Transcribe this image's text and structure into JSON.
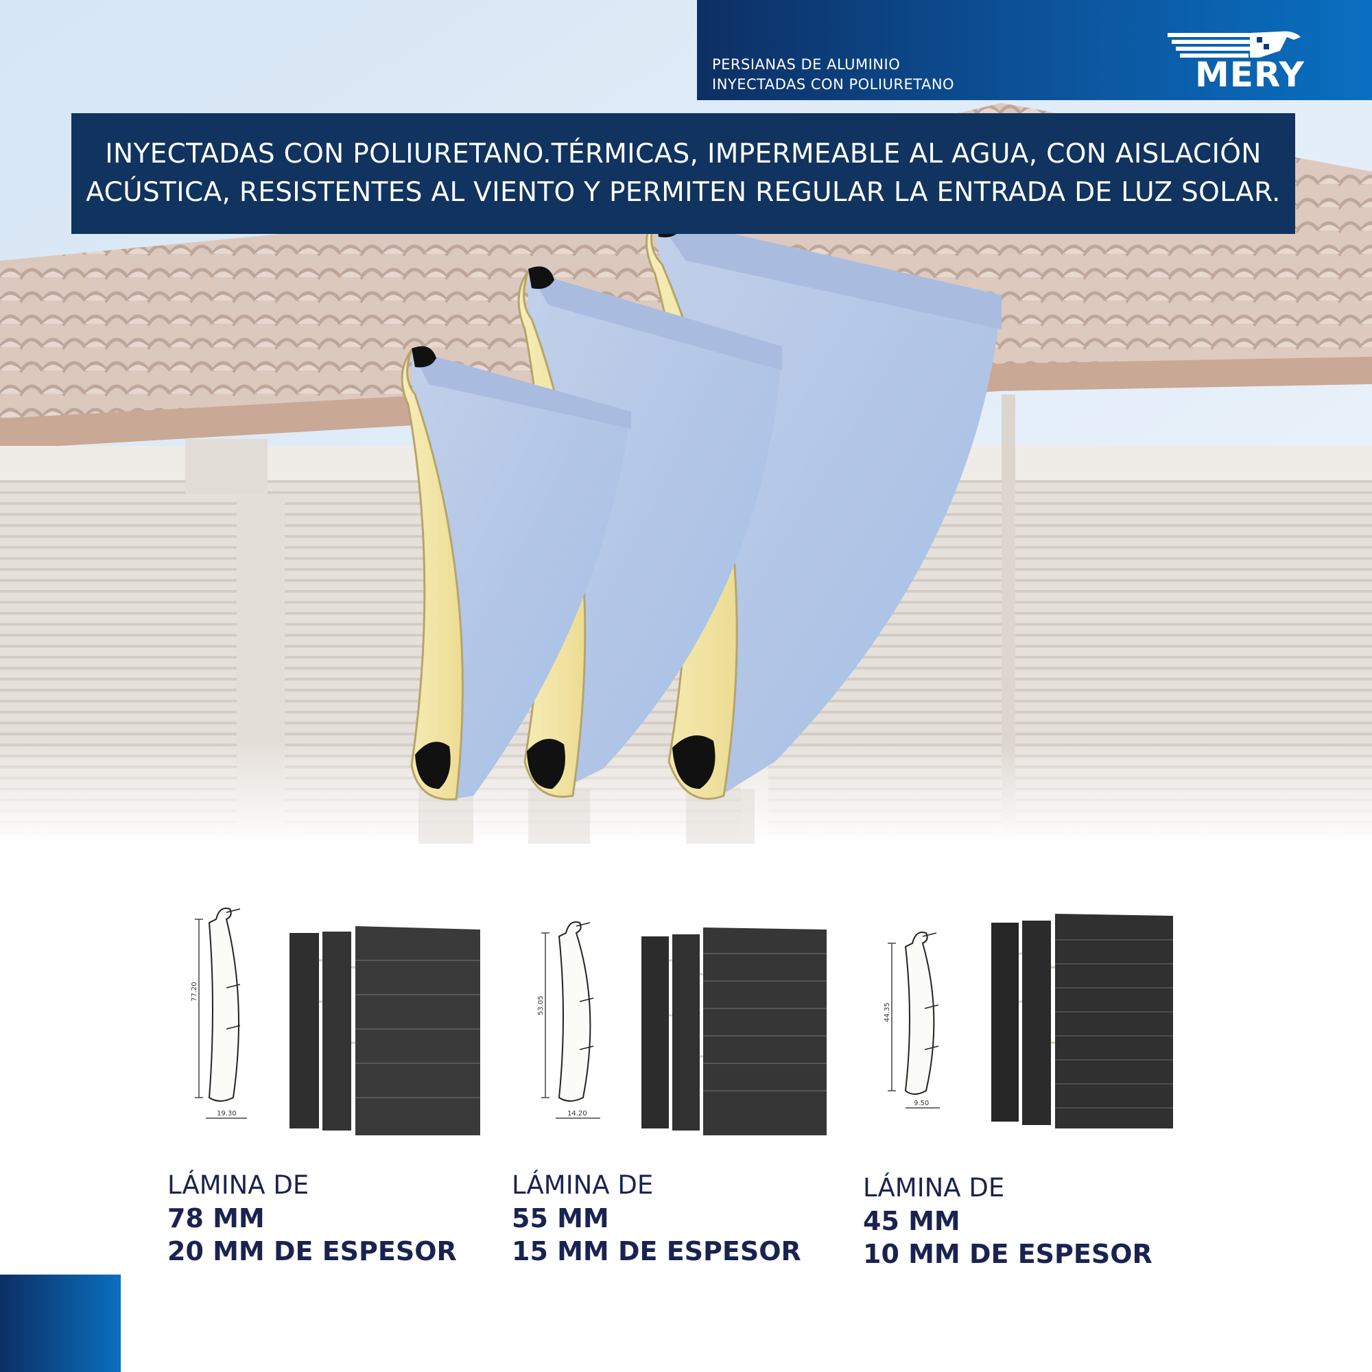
{
  "header": {
    "subtitle_line1": "PERSIANAS DE ALUMINIO",
    "subtitle_line2": "INYECTADAS CON POLIURETANO",
    "logo_text": "MERY"
  },
  "banner": {
    "line1": "INYECTADAS CON POLIURETANO.TÉRMICAS, IMPERMEABLE AL AGUA, CON AISLACIÓN",
    "line2": "ACÚSTICA, RESISTENTES AL VIENTO Y PERMITEN REGULAR LA ENTRADA DE LUZ SOLAR."
  },
  "products": [
    {
      "label": "LÁMINA DE",
      "size": "78 MM",
      "thickness": "20 MM DE ESPESOR",
      "dim_height": "77.20",
      "dim_width": "19.30"
    },
    {
      "label": "LÁMINA DE",
      "size": "55 MM",
      "thickness": "15 MM DE ESPESOR",
      "dim_height": "53.05",
      "dim_width": "14.20"
    },
    {
      "label": "LÁMINA DE",
      "size": "45 MM",
      "thickness": "10 MM DE ESPESOR",
      "dim_height": "44.35",
      "dim_width": "9.50"
    }
  ],
  "colors": {
    "brand_navy": "#10335f",
    "brand_blue": "#0a6fc0",
    "caption_text": "#1a2350",
    "slat_face": "#b3c6e6",
    "foam": "#f2e6a6"
  }
}
